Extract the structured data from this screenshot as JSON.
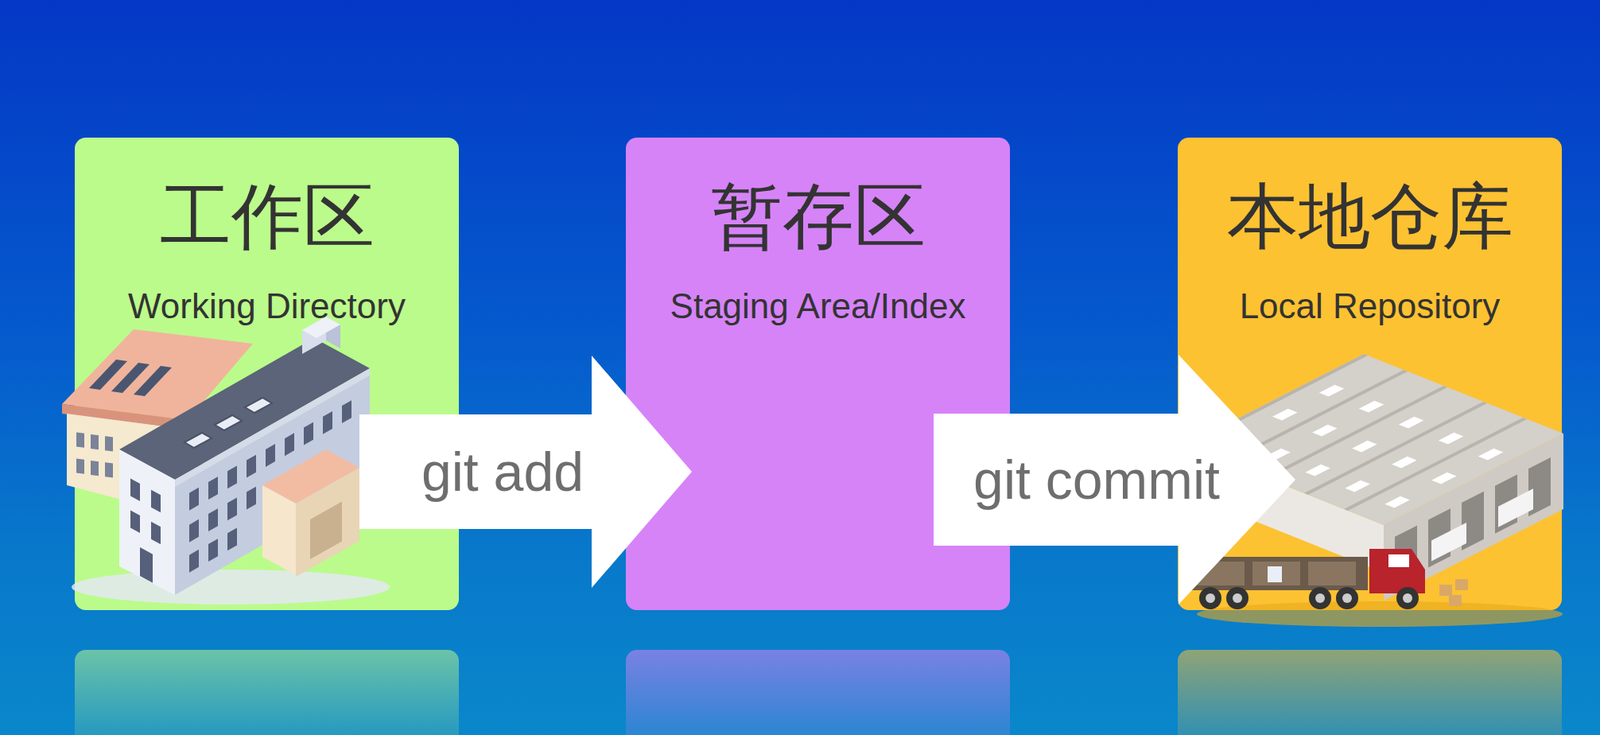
{
  "diagram": {
    "nodes": [
      {
        "text": [
          "工作区",
          "Working Directory"
        ]
      },
      {
        "text": [
          "暂存区",
          "Staging Area/Index"
        ]
      },
      {
        "text": [
          "本地仓库",
          "Local Repository"
        ]
      }
    ],
    "edges": [
      {
        "from": 0,
        "to": 1,
        "label": "git add",
        "arrow": "to"
      },
      {
        "from": 1,
        "to": 2,
        "label": "git commit",
        "arrow": "to"
      }
    ]
  }
}
